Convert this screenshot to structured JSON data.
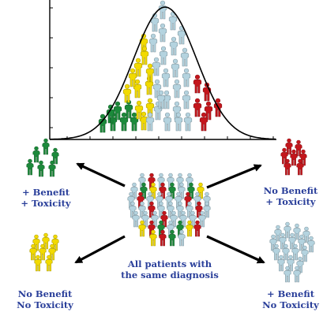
{
  "colors": {
    "green": "#1c8a3b",
    "yellow": "#f2da00",
    "red": "#c4161c",
    "lightblue": "#b4d3df",
    "text": "#2a3f9a",
    "arrow": "#000000",
    "curve": "#000000"
  },
  "curve": {
    "figures": [
      {
        "color": "green",
        "count": 7
      },
      {
        "color": "yellow",
        "count": 11
      },
      {
        "color": "lightblue",
        "count": 24
      },
      {
        "color": "red",
        "count": 6
      }
    ]
  },
  "center": {
    "label_line1": "All patients with",
    "label_line2": "the same diagnosis",
    "figures": [
      {
        "color": "lightblue",
        "count": 30
      },
      {
        "color": "green",
        "count": 9
      },
      {
        "color": "red",
        "count": 8
      },
      {
        "color": "yellow",
        "count": 6
      }
    ]
  },
  "groups": [
    {
      "key": "benefit-toxicity",
      "color": "green",
      "line1": "+ Benefit",
      "line2": "+ Toxicity"
    },
    {
      "key": "nobenefit-toxicity",
      "color": "red",
      "line1": "No Benefit",
      "line2": "+ Toxicity"
    },
    {
      "key": "nobenefit-notoxicity",
      "color": "yellow",
      "line1": "No Benefit",
      "line2": "No Toxicity"
    },
    {
      "key": "benefit-notoxicity",
      "color": "lightblue",
      "line1": "+ Benefit",
      "line2": "No Toxicity"
    }
  ],
  "icons": {
    "person": "person-figure-icon",
    "arrow": "arrow-icon"
  }
}
